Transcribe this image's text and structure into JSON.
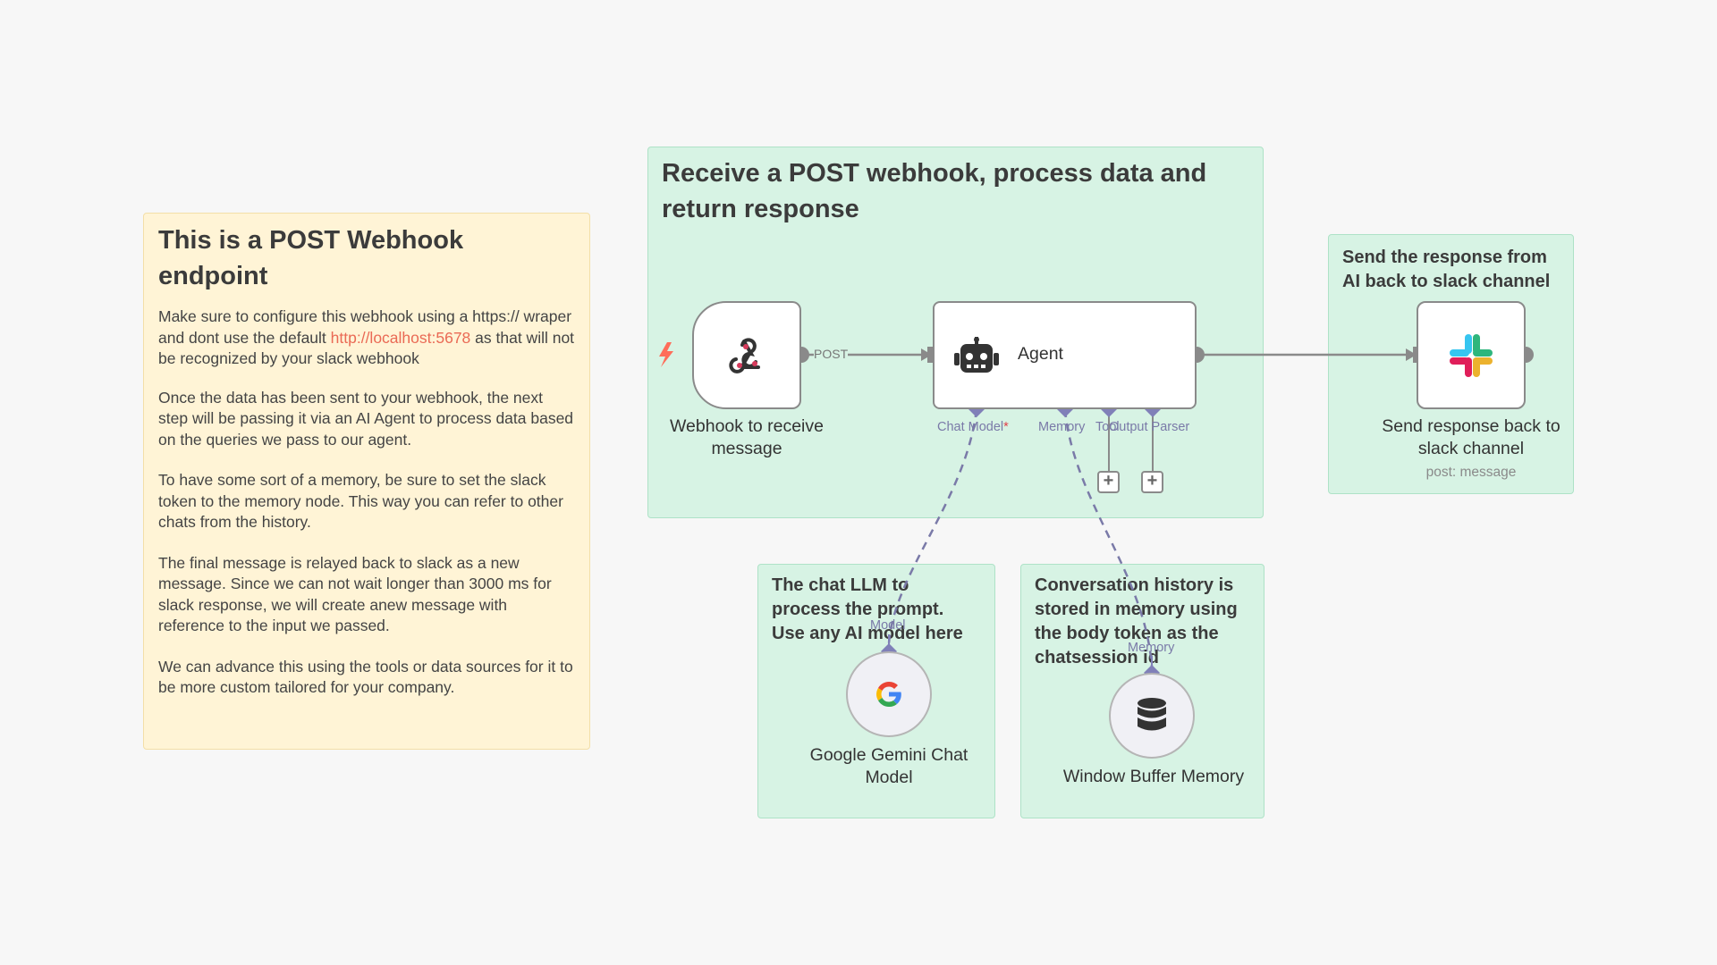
{
  "notes": {
    "endpoint": {
      "title": "This is a POST Webhook endpoint",
      "p1_a": "Make sure to configure this webhook using a https:// wraper and dont use the default ",
      "p1_link": "http://localhost:5678",
      "p1_b": " as that will not be recognized by your slack webhook",
      "p2": "Once the data has been sent to your webhook, the next step will be passing it via an AI Agent to process data based on the queries we pass to our agent.",
      "p3": "To have some sort of a memory, be sure to set the slack token to the memory node. This way you can refer to other chats from the history.",
      "p4": "The final message is relayed back to slack as a new message. Since we can not wait longer than 3000 ms for slack response, we will create anew message with reference to the input we passed.",
      "p5": "We can advance this using the tools or data sources for it to be more custom tailored for your company."
    },
    "process": {
      "title": "Receive a POST webhook, process data and return response"
    },
    "slack": {
      "title": "Send the response from AI back to slack channel"
    },
    "chat_llm": {
      "title": "The chat LLM to process the prompt. Use any AI model here"
    },
    "conversation": {
      "title": "Conversation history is stored in memory using the body token as the chatsession id"
    }
  },
  "nodes": {
    "webhook": {
      "label": "Webhook to receive message",
      "icon": "webhook-icon",
      "output_label": "POST"
    },
    "agent": {
      "label": "Agent",
      "icon": "robot-icon",
      "ports": {
        "chat_model": "Chat Model",
        "required_marker": "*",
        "memory": "Memory",
        "tool": "Tool",
        "output_parser": "Output Parser"
      }
    },
    "slack": {
      "label": "Send response back to slack channel",
      "sublabel": "post: message",
      "icon": "slack-icon"
    },
    "gemini": {
      "label": "Google Gemini Chat Model",
      "port": "Model",
      "icon": "google-icon"
    },
    "memory": {
      "label": "Window Buffer Memory",
      "port": "Memory",
      "icon": "database-icon"
    }
  },
  "colors": {
    "canvas": "#f7f7f7",
    "sticky_yellow": "#fff4d6",
    "sticky_green": "#d7f3e4",
    "link": "#ea6a55",
    "port": "#8080b8",
    "trigger": "#ff6d5a"
  }
}
